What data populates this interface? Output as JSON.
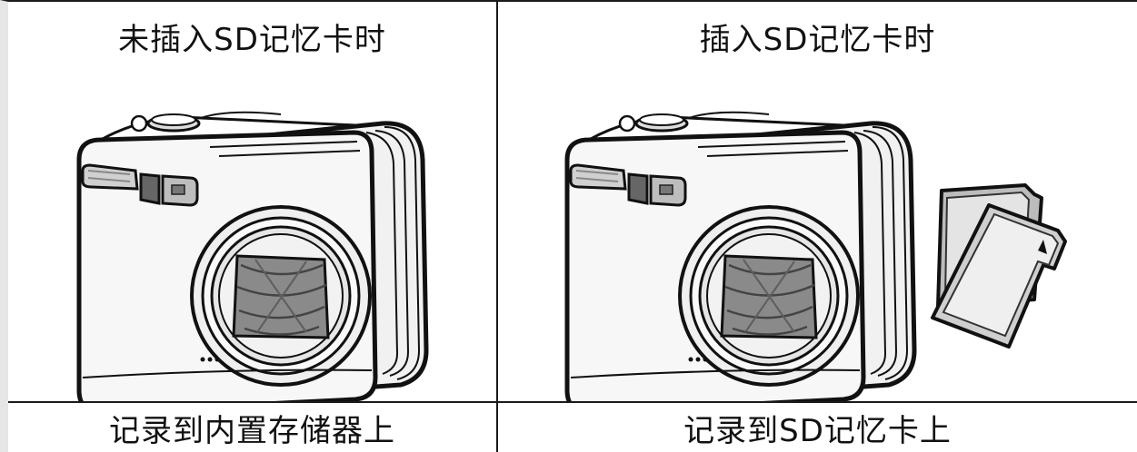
{
  "table": {
    "headers": [
      "未插入SD记忆卡时",
      "插入SD记忆卡时"
    ],
    "footers": [
      "记录到内置存储器上",
      "记录到SD记忆卡上"
    ]
  },
  "illustration": {
    "left": {
      "icon": "camera-icon"
    },
    "right": {
      "icons": [
        "camera-icon",
        "sd-card-icon"
      ]
    }
  }
}
